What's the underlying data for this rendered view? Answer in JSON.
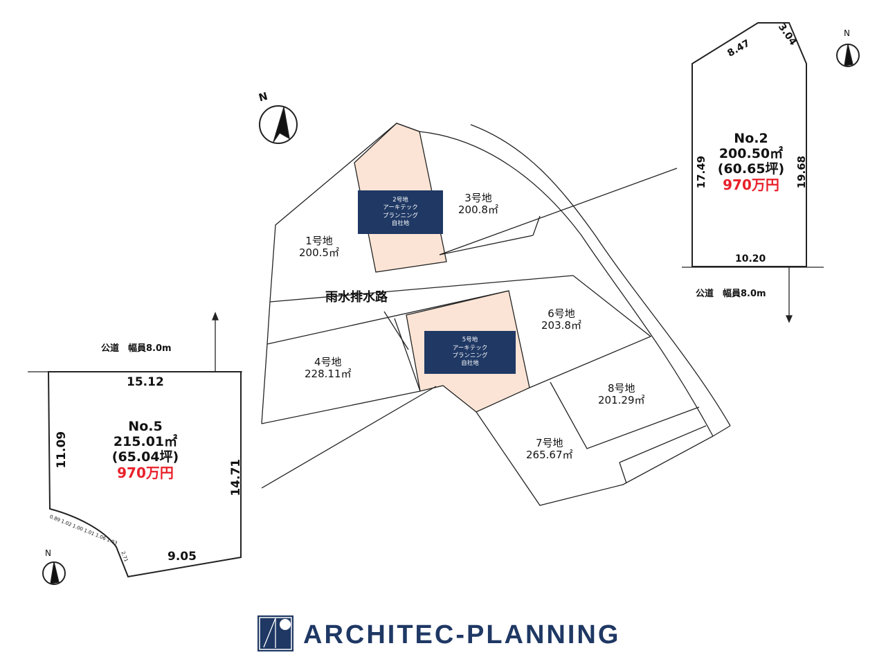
{
  "colors": {
    "navy": "#1f3864",
    "pink": "#fbe4d5",
    "price": "#e8202a"
  },
  "compass_label": "N",
  "main_plan": {
    "lots": [
      {
        "name": "1号地",
        "area": "200.5㎡"
      },
      {
        "name": "3号地",
        "area": "200.8㎡"
      },
      {
        "name": "4号地",
        "area": "228.11㎡"
      },
      {
        "name": "6号地",
        "area": "203.8㎡"
      },
      {
        "name": "8号地",
        "area": "201.29㎡"
      },
      {
        "name": "7号地",
        "area": "265.67㎡"
      }
    ],
    "own_lot_2": [
      "2号地",
      "アーキテック",
      "プランニング",
      "自社地"
    ],
    "own_lot_5": [
      "5号地",
      "アーキテック",
      "プランニング",
      "自社地"
    ],
    "drain_label": "雨水排水路"
  },
  "no2": {
    "title": "No.2",
    "area": "200.50㎡",
    "tsubo": "(60.65坪)",
    "price": "970万円",
    "dims": {
      "top_left": "8.47",
      "top_right": "3.04",
      "left": "17.49",
      "right": "19.68",
      "bottom": "10.20"
    },
    "road": "公道　幅員8.0m"
  },
  "no5": {
    "title": "No.5",
    "area": "215.01㎡",
    "tsubo": "(65.04坪)",
    "price": "970万円",
    "dims": {
      "top": "15.12",
      "left": "11.09",
      "right": "14.71",
      "bottom": "9.05",
      "curve": "0.89 1.02 1.00 1.01 1.06 1.03",
      "curve_end": "2.71"
    },
    "road": "公道　幅員8.0m"
  },
  "logo": {
    "name": "ARCHITEC-PLANNING"
  }
}
